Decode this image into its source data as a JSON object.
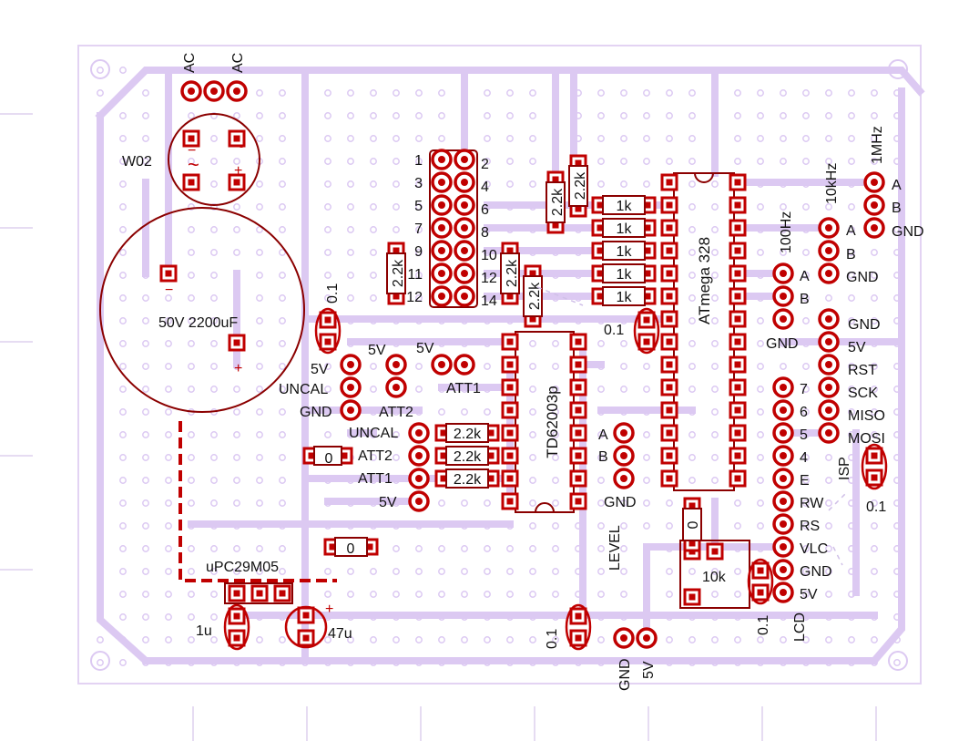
{
  "colors": {
    "board": "#d8c8ee",
    "trace": "#dcc9f2",
    "copper": "#c00000",
    "outline": "#8b0000",
    "text": "#111111"
  },
  "labels": {
    "ac1": "AC",
    "ac2": "AC",
    "w02": "W02",
    "bigcap": "50V 2200uF",
    "cap_01_a": "0.1",
    "cap_01_b": "0.1",
    "cap_01_c": "0.1",
    "cap_01_d": "0.1",
    "att_5v_1": "5V",
    "att_5v_2": "5V",
    "att_5v_3": "5V",
    "uncal": "UNCAL",
    "gnd_left": "GND",
    "att2": "ATT2",
    "att1_top": "ATT1",
    "uncal2": "UNCAL",
    "att2_b": "ATT2",
    "att1_b": "ATT1",
    "v5_b": "5V",
    "r_22k_a": "2.2k",
    "r_22k_b": "2.2k",
    "r_22k_c": "2.2k",
    "r_22k_d": "2.2k",
    "r_22k_e": "2.2k",
    "r_22k_f": "2.2k",
    "r_22k_g": "2.2k",
    "r_1k_1": "1k",
    "r_1k_2": "1k",
    "r_1k_3": "1k",
    "r_1k_4": "1k",
    "r_1k_5": "1k",
    "hdr_nums_left": [
      "1",
      "3",
      "5",
      "7",
      "9",
      "11",
      "12"
    ],
    "hdr_nums_right": [
      "2",
      "4",
      "6",
      "8",
      "10",
      "12",
      "14"
    ],
    "td": "TD62003p",
    "atmega": "ATmega 328",
    "a_level": "A",
    "b_level": "B",
    "gnd_level": "GND",
    "level": "LEVEL",
    "r0_a": "0",
    "r0_b": "0",
    "r0_c": "0",
    "reg": "uPC29M05",
    "cap_1u": "1u",
    "cap_47u": "47u",
    "plus": "+",
    "gnd_bot": "GND",
    "v5_bot": "5V",
    "f_100hz": "100Hz",
    "f_10khz": "10kHz",
    "f_1mhz": "1MHz",
    "a_1": "A",
    "b_1": "B",
    "gnd_1": "GND",
    "a_2": "A",
    "b_2": "B",
    "gnd_2": "GND",
    "a_3": "A",
    "b_3": "B",
    "gnd_3": "GND",
    "isp_pins": [
      "GND",
      "5V",
      "RST",
      "SCK",
      "MISO",
      "MOSI"
    ],
    "isp": "ISP",
    "cap_isp": "0.1",
    "lcd_pins": [
      "7",
      "6",
      "5",
      "4",
      "E",
      "RW",
      "RS",
      "VLC",
      "GND",
      "5V"
    ],
    "lcd": "LCD",
    "pot": "10k"
  }
}
